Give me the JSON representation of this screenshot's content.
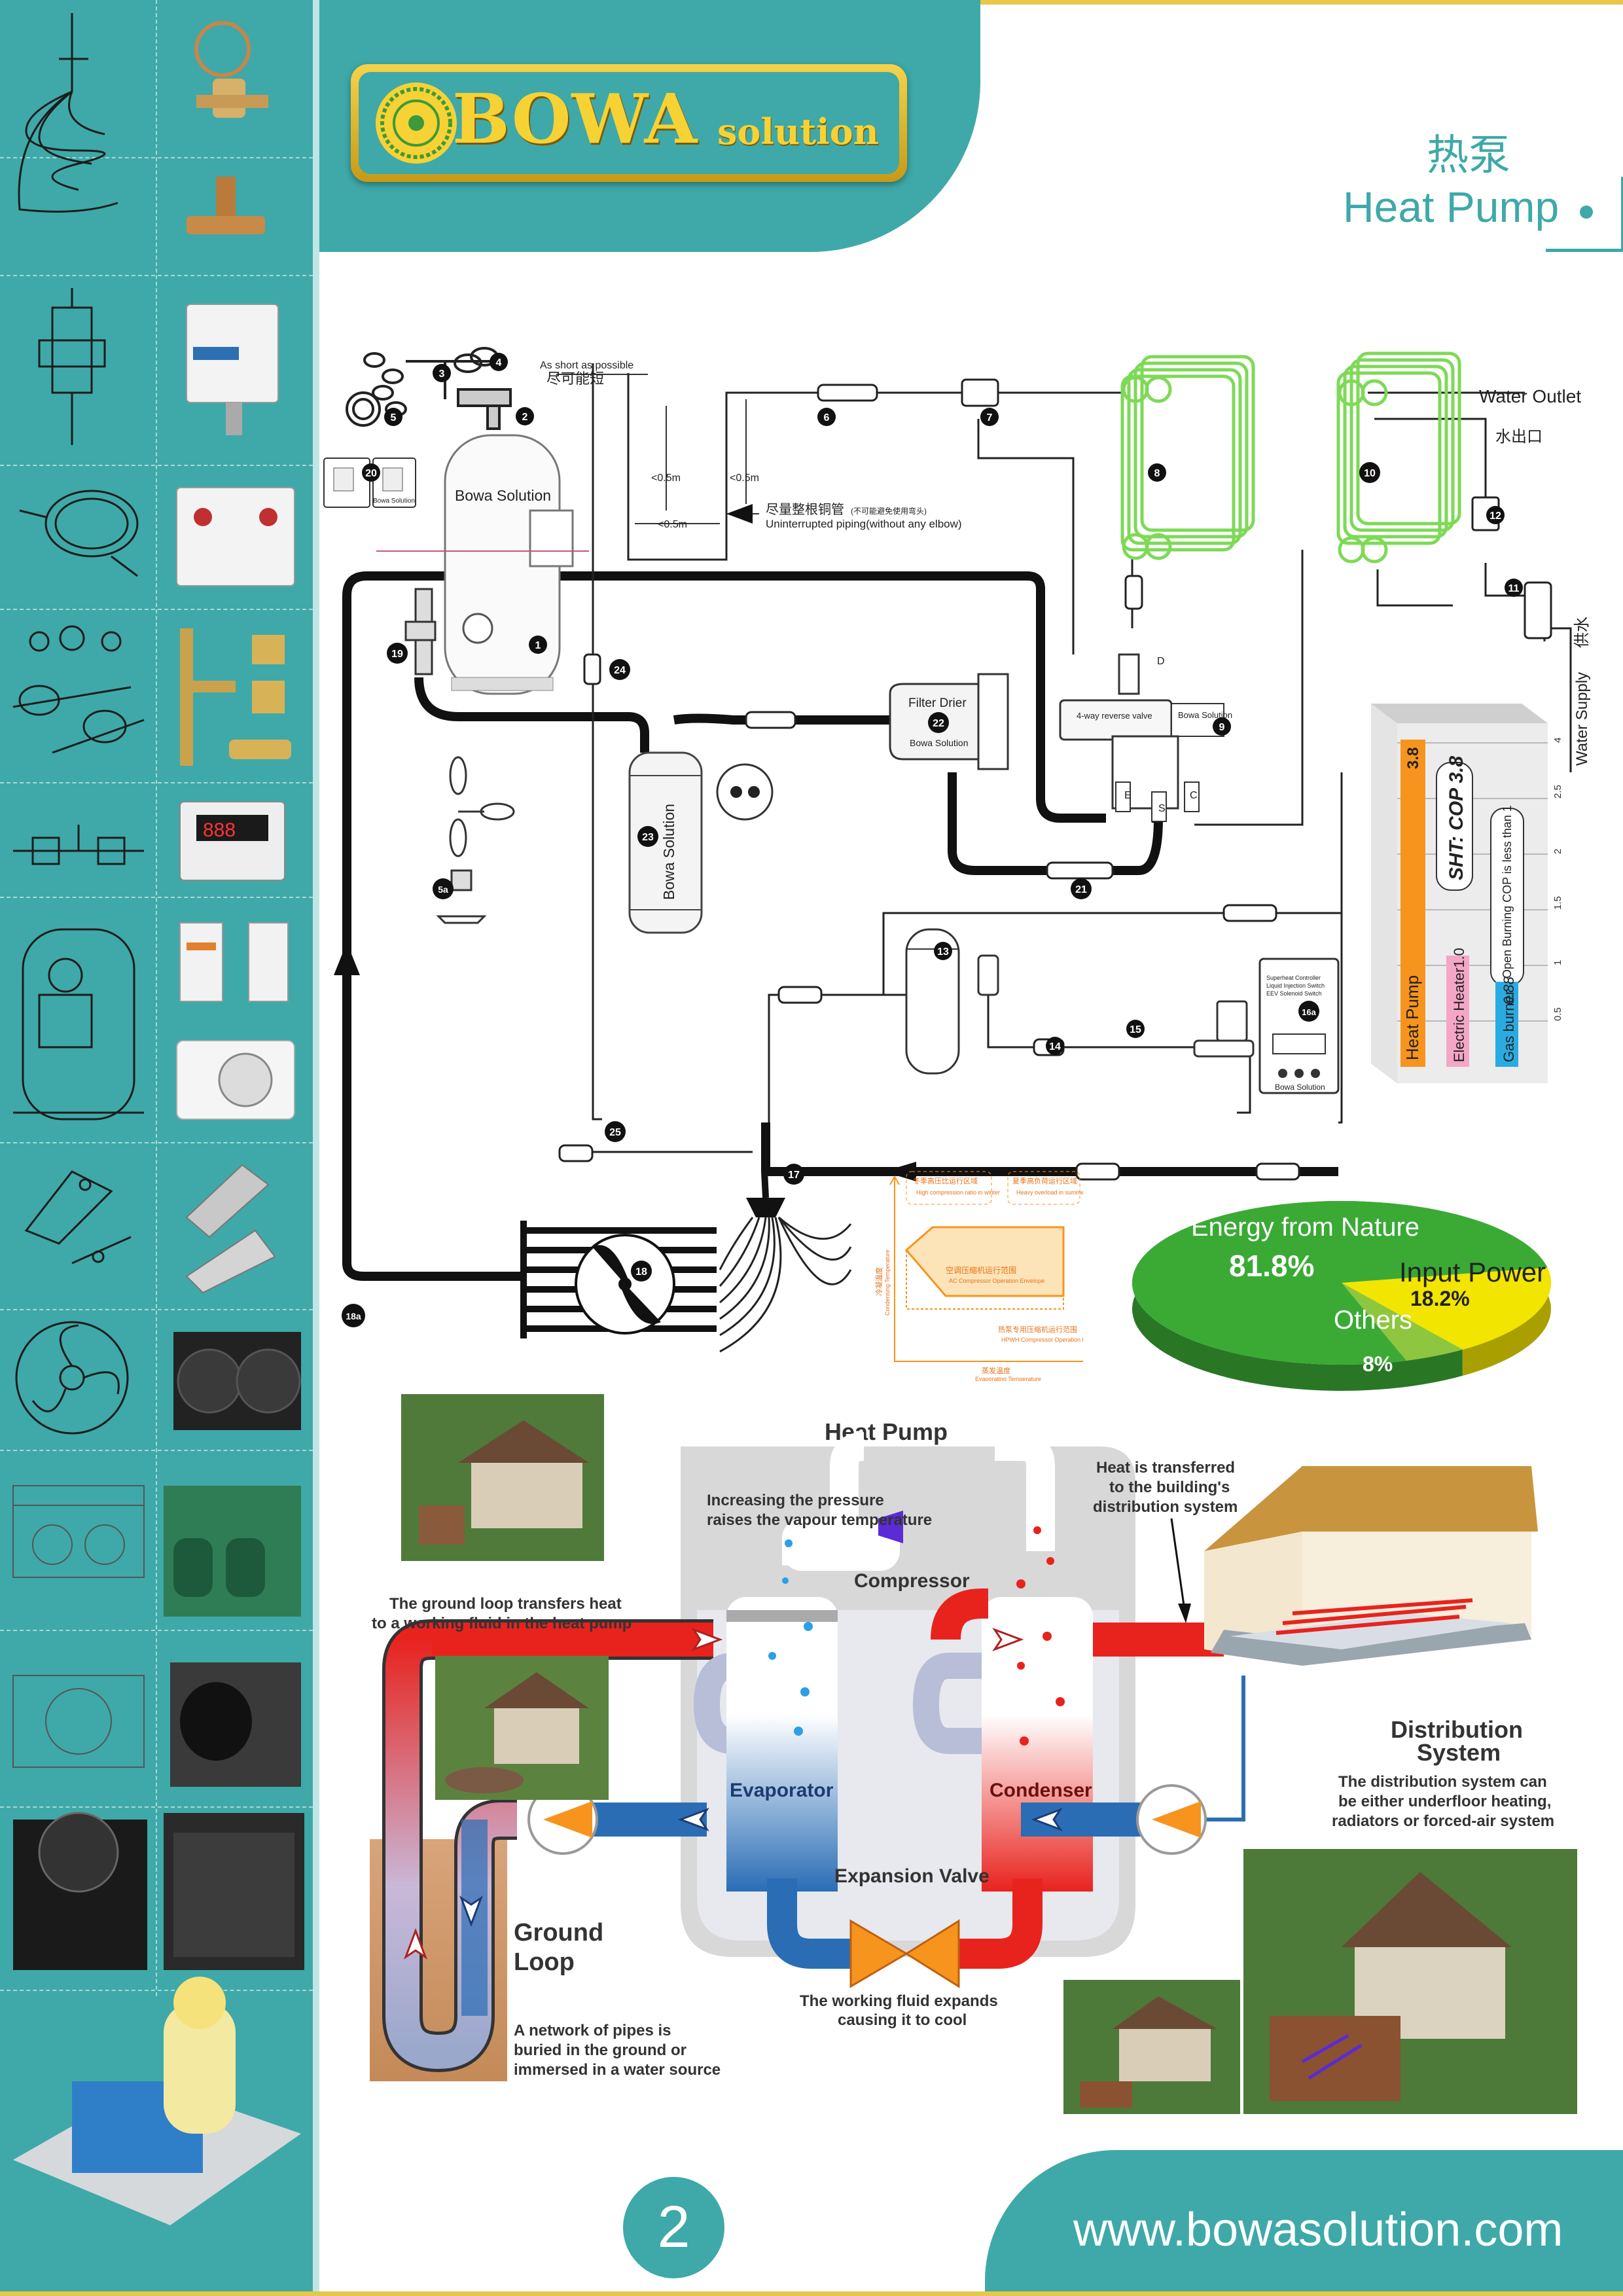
{
  "header": {
    "brand": "BOWA",
    "brand_sub": "solution",
    "title_cn": "热泵",
    "title_en": "Heat Pump"
  },
  "schematic": {
    "note_short": "As short as possible",
    "note_short_cn": "尽可能短",
    "dist_1": "<0.5m",
    "dist_2": "<0.5m",
    "dist_3": "<0.5m",
    "pipe_note_cn": "尽量整根铜管",
    "pipe_note_cn_sub": "(不可能避免使用弯头)",
    "pipe_note_en": "Uninterrupted piping(without any elbow)",
    "water_outlet": "Water Outlet",
    "water_outlet_cn": "水出口",
    "water_supply": "Water Supply",
    "water_supply_cn": "供水",
    "compressor_label": "Bowa Solution",
    "filter_drier": "Filter Drier",
    "filter_drier_sub": "Bowa Solution",
    "reverse_valve": "4-way reverse valve",
    "reverse_valve_brand": "Bowa Solution",
    "tank_label": "Bowa Solution",
    "controller_label": "Bowa Solution",
    "controller_lines": [
      "Superheat Controller",
      "Liquid Injection Switch",
      "EEV Solenoid Switch"
    ],
    "pressure_switch_label": "Bowa Solution",
    "valve_ports": [
      "D",
      "E",
      "S",
      "C"
    ],
    "callouts": [
      "1",
      "2",
      "3",
      "4",
      "5",
      "5a",
      "6",
      "7",
      "8",
      "9",
      "10",
      "11",
      "12",
      "13",
      "14",
      "15",
      "16a",
      "17",
      "18",
      "18a",
      "19",
      "20",
      "21",
      "22",
      "23",
      "24",
      "25"
    ]
  },
  "envelope_chart": {
    "winter_label": "冬季高压比运行区域",
    "winter_sub": "High compression ratio in winter",
    "summer_label": "夏季高负荷运行区域",
    "summer_sub": "Heavy overload in summer",
    "ac_label": "空调压缩机运行范围",
    "ac_sub": "AC Compressor Operation Envelope",
    "hpwh_label": "热泵专用压缩机运行范围",
    "hpwh_sub": "HPWH Compressor Operation Envelope",
    "x_label_cn": "蒸发温度",
    "x_label_en": "Evaporating Temperature",
    "y_label_cn": "冷凝温度",
    "y_label_en": "Condensing Temperature"
  },
  "cop_chart": {
    "heat_pump_value": "3.8",
    "heat_pump_label": "Heat Pump",
    "cop_label": "SHT: COP 3.8",
    "open_burning_label": "Open Burning COP is less than 1",
    "electric_label": "Electric Heater1.0",
    "gas_label": "Gas burner",
    "gas_value": "0.88",
    "ticks": [
      "4",
      "2.5",
      "2",
      "1.5",
      "1",
      "0.5"
    ]
  },
  "chart_data": {
    "type": "pie",
    "title": "",
    "slices": [
      {
        "label": "Energy from Nature",
        "value": 81.8,
        "display": "81.8%",
        "color": "#3aaa35"
      },
      {
        "label": "Input Power",
        "value": 18.2,
        "display": "18.2%",
        "color": "#f2e500"
      },
      {
        "label": "Others",
        "value": 8,
        "display": "8%",
        "color": "#8ec63f"
      }
    ]
  },
  "loop": {
    "heat_pump_title": "Heat Pump",
    "pressure_note": [
      "Increasing the pressure",
      "raises the vapour temperature"
    ],
    "compressor": "Compressor",
    "heat_transfer_note": [
      "Heat is transferred",
      "to the building's",
      "distribution system"
    ],
    "ground_note": [
      "The ground loop transfers heat",
      "to a working fluid in the heat pump"
    ],
    "evaporator": "Evaporator",
    "condenser": "Condenser",
    "expansion_valve": "Expansion Valve",
    "expansion_note": [
      "The working fluid expands",
      "causing it to cool"
    ],
    "distribution_title": [
      "Distribution",
      "System"
    ],
    "distribution_note": [
      "The distribution system can",
      "be either underfloor heating,",
      "radiators or forced-air system"
    ],
    "ground_loop_title": [
      "Ground",
      "Loop"
    ],
    "ground_loop_note": [
      "A network of pipes is",
      "buried in the ground or",
      "immersed in a water source"
    ]
  },
  "footer": {
    "page_number": "2",
    "url": "www.bowasolution.com"
  },
  "colors": {
    "teal": "#3ea9a8",
    "gold": "#f6d235",
    "hot": "#e8231e",
    "cold": "#2a6db5",
    "coil_green": "#7ed957"
  }
}
